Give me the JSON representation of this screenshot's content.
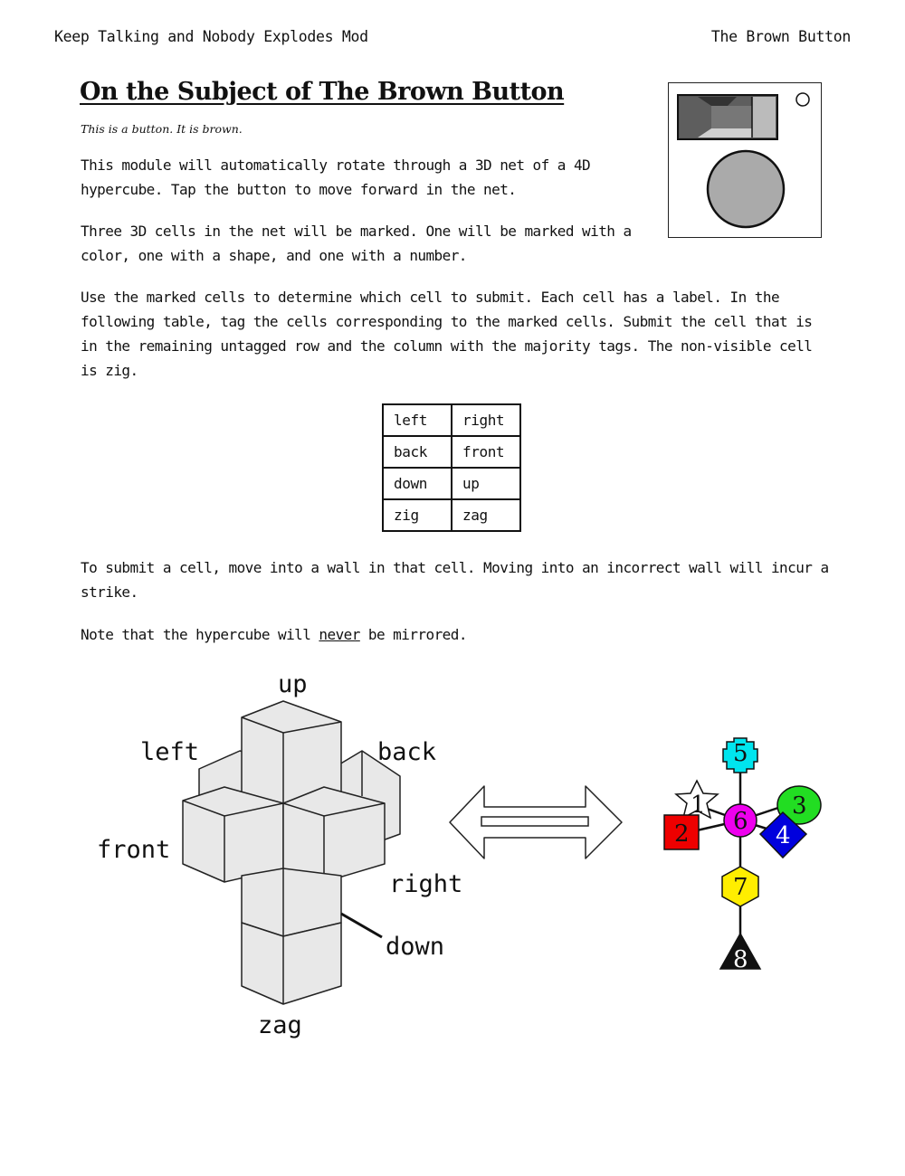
{
  "header": {
    "left": "Keep Talking and Nobody Explodes Mod",
    "right": "The Brown Button"
  },
  "title": "On the Subject of The Brown Button",
  "flavor_text": "This is a button. It is brown.",
  "paragraphs": {
    "p1": "This module will automatically rotate through a 3D net of a 4D hypercube. Tap the button to move forward in the net.",
    "p2": "Three 3D cells in the net will be marked. One will be marked with a color, one with a shape, and one with a number.",
    "p3": "Use the marked cells to determine which cell to submit. Each cell has a label. In the following table, tag the cells corresponding to the marked cells. Submit the cell that is in the remaining untagged row and the column with the majority tags. The non-visible cell is zig.",
    "p4": "To submit a cell, move into a wall in that cell. Moving into an incorrect wall will incur a strike.",
    "p5_before": "Note that the hypercube will ",
    "p5_emphasis": "never",
    "p5_after": " be mirrored."
  },
  "cell_table": [
    [
      "left",
      "right"
    ],
    [
      "back",
      "front"
    ],
    [
      "down",
      "up"
    ],
    [
      "zig",
      "zag"
    ]
  ],
  "net_labels": {
    "up": "up",
    "left": "left",
    "back": "back",
    "front": "front",
    "right": "right",
    "down": "down",
    "zag": "zag"
  },
  "graph_nodes": {
    "n1": "1",
    "n2": "2",
    "n3": "3",
    "n4": "4",
    "n5": "5",
    "n6": "6",
    "n7": "7",
    "n8": "8"
  },
  "colors": {
    "n2_red": "#ee0000",
    "n3_green": "#22dd22",
    "n4_blue": "#0000dd",
    "n5_cyan": "#00e5ee",
    "n6_magenta": "#ee00ee",
    "n7_yellow": "#ffee00",
    "cube_face": "#e8e8e8",
    "button_grey": "#aaaaaa"
  }
}
